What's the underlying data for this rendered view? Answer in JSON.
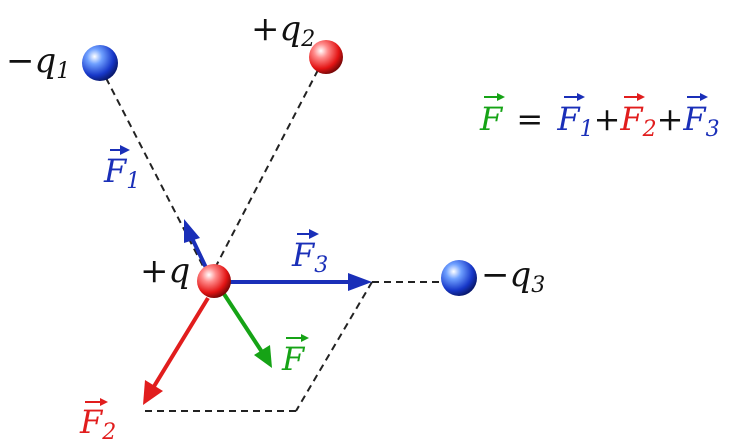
{
  "charges": {
    "center": {
      "sign": "+",
      "symbol": "q",
      "sub": ""
    },
    "q1": {
      "sign": "−",
      "symbol": "q",
      "sub": "1"
    },
    "q2": {
      "sign": "+",
      "symbol": "q",
      "sub": "2"
    },
    "q3": {
      "sign": "−",
      "symbol": "q",
      "sub": "3"
    }
  },
  "forces": {
    "f1": {
      "symbol": "F",
      "sub": "1"
    },
    "f2": {
      "symbol": "F",
      "sub": "2"
    },
    "f3": {
      "symbol": "F",
      "sub": "3"
    },
    "net": {
      "symbol": "F",
      "sub": ""
    }
  },
  "equation": {
    "lhs": "F",
    "eq": "=",
    "t1": "F",
    "t1_sub": "1",
    "plus1": "+",
    "t2": "F",
    "t2_sub": "2",
    "plus2": "+",
    "t3": "F",
    "t3_sub": "3"
  },
  "colors": {
    "f1": "#1a2fb8",
    "f2": "#e11d1d",
    "f3": "#1a2fb8",
    "net": "#16a316",
    "text": "#111111",
    "dashed": "#222222"
  }
}
